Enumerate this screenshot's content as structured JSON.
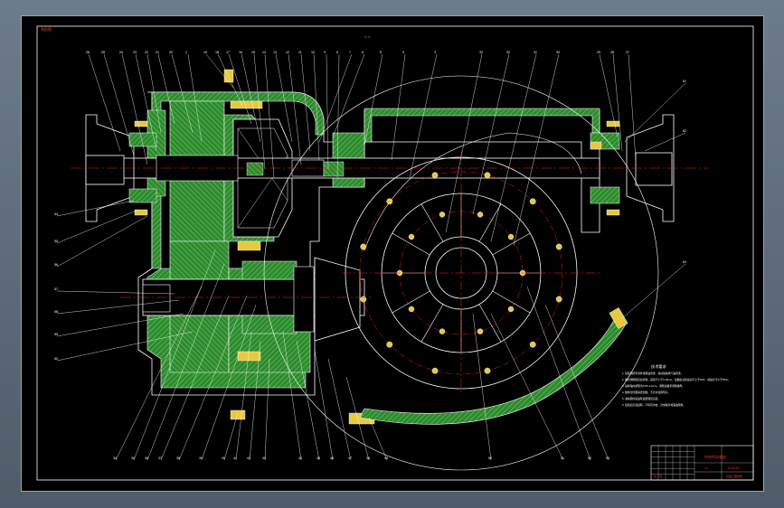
{
  "window": {
    "background_color": "#5d6d7a"
  },
  "drawing": {
    "top_left_label": "装配图",
    "top_center_label": "A-A",
    "colors": {
      "sheet": "#000000",
      "outline": "#ffffff",
      "section_fill": "#2f8a2f",
      "hatch": "#6fd06f",
      "center_line": "#ff2020",
      "leader": "#ffffff",
      "bolt_fill": "#e8c840",
      "title_text": "#ff3030"
    },
    "balloons_top": [
      "26",
      "25",
      "24",
      "23",
      "22",
      "21",
      "20",
      "1",
      "19",
      "18",
      "17",
      "16",
      "15",
      "14",
      "13",
      "12",
      "11",
      "10",
      "9",
      "8",
      "7",
      "6",
      "5",
      "4",
      "3",
      "33",
      "32",
      "31",
      "30",
      "29",
      "28",
      "27"
    ],
    "balloons_bottom": [
      "34",
      "35",
      "36",
      "37",
      "38",
      "39",
      "40",
      "41",
      "42",
      "43",
      "44",
      "45",
      "46",
      "47",
      "48",
      "49",
      "50",
      "51",
      "52",
      "53"
    ],
    "balloons_left": [
      "54",
      "55",
      "56",
      "57",
      "58",
      "59",
      "60"
    ],
    "balloons_right": [
      "61",
      "62",
      "63"
    ],
    "notes": {
      "title": "技术要求",
      "lines": [
        "1. 装配前所有零件用煤油清洗，滚动轴承用汽油清洗。",
        "2. 啮合侧隙用铅丝检验，其值不小于0.15mm，接触斑点按齿高不小于40%，按齿长不小于50%。",
        "3. 轴承轴向游隙为0.05~0.1mm，调整后锁紧调整螺母。",
        "4. 箱体剖分面涂密封胶，不允许使用垫片。",
        "5. 减速器内装齿轮油至规定高度。",
        "6. 装配后空载运转，不得有冲击、异常噪声和漏油现象。"
      ]
    },
    "title_block": {
      "name": "中央传动装配",
      "drawing_no": "ZCD-00",
      "scale": "1:2",
      "school": "机械工程学院",
      "sheet_label": "共 1 张"
    }
  }
}
